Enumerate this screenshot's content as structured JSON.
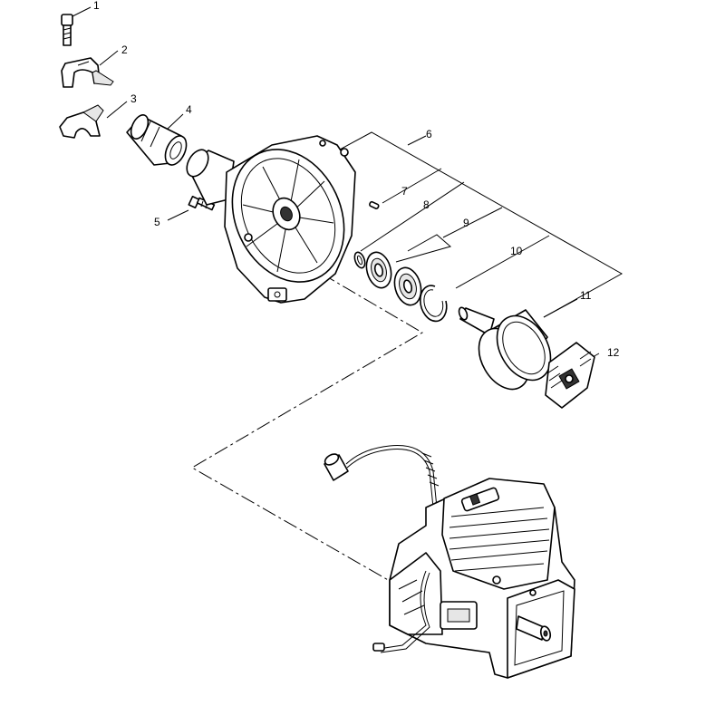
{
  "diagram": {
    "callouts": [
      "1",
      "2",
      "3",
      "4",
      "5",
      "6",
      "7",
      "8",
      "9",
      "10",
      "11",
      "12"
    ],
    "parts": [
      "screw-icon",
      "upper-clamp-half-icon",
      "lower-clamp-half-icon",
      "sleeve-icon",
      "bolt-icon",
      "clutch-housing-icon",
      "pin-icon",
      "snap-ring-icon",
      "ball-bearing-icon",
      "circlip-icon",
      "clutch-drum-icon",
      "clutch-shoe-icon",
      "engine-assembly-icon"
    ],
    "line_color": "#000000",
    "background": "#ffffff"
  }
}
